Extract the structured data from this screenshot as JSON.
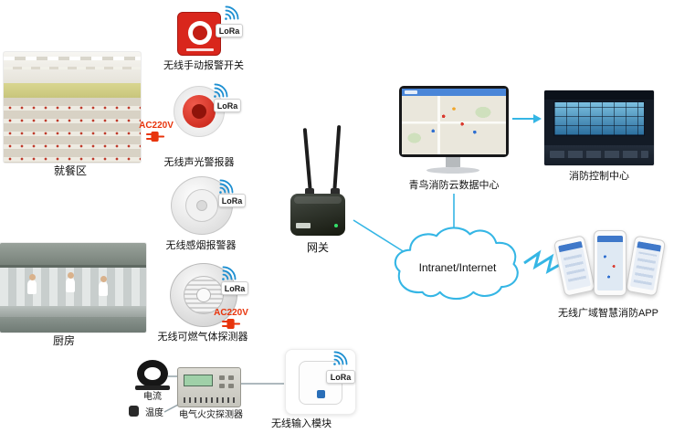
{
  "colors": {
    "accent": "#35b6e5",
    "alarm_red": "#d9261c",
    "power_red": "#e8340c",
    "signal_blue": "#1d8fd1"
  },
  "areas": {
    "dining": {
      "label": "就餐区"
    },
    "kitchen": {
      "label": "厨房"
    }
  },
  "devices": {
    "manual_alarm": {
      "label": "无线手动报警开关",
      "badge": "LoRa"
    },
    "sound_light": {
      "label": "无线声光警报器",
      "badge": "LoRa",
      "power": "AC220V"
    },
    "smoke": {
      "label": "无线感烟报警器",
      "badge": "LoRa"
    },
    "gas": {
      "label": "无线可燃气体探测器",
      "badge": "LoRa",
      "power": "AC220V"
    },
    "electrical_fire": {
      "label": "电气火灾探测器",
      "inputs": {
        "current": "电流",
        "temperature": "温度"
      }
    },
    "input_module": {
      "label": "无线输入模块",
      "badge": "LoRa"
    }
  },
  "gateway": {
    "label": "网关"
  },
  "cloud": {
    "label": "Intranet/Internet"
  },
  "cloud_datacenter": {
    "label": "青鸟消防云数据中心"
  },
  "fire_control_center": {
    "label": "消防控制中心"
  },
  "mobile_app": {
    "label": "无线广域智慧消防APP"
  }
}
